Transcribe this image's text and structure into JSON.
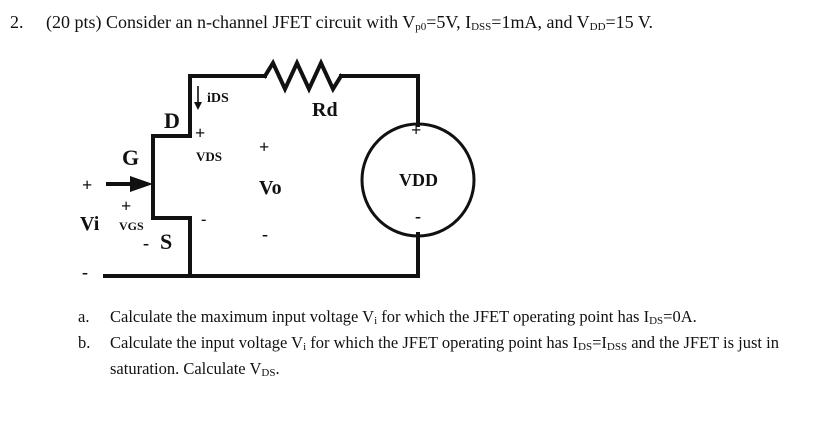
{
  "question": {
    "number": "2.",
    "t1": "(20 pts) Consider an n-channel JFET circuit with V",
    "s1": "p0",
    "t2": "=5V, I",
    "s2": "DSS",
    "t3": "=1mA, and V",
    "s3": "DD",
    "t4": "=15 V."
  },
  "circuit": {
    "labels": {
      "ids": "iDS",
      "D": "D",
      "G": "G",
      "S": "S",
      "vds": "VDS",
      "vgs": "VGS",
      "Vi": "Vi",
      "Vo": "Vo",
      "Rd": "Rd",
      "VDD": "VDD",
      "plus": "+",
      "minus": "-"
    }
  },
  "parts": {
    "a": {
      "letter": "a.",
      "t1": "Calculate the maximum input voltage V",
      "s1": "i",
      "t2": " for which the JFET operating point has I",
      "s2": "DS",
      "t3": "=0A."
    },
    "b": {
      "letter": "b.",
      "t1": "Calculate the input voltage V",
      "s1": "i",
      "t2": " for which the JFET operating point has I",
      "s2": "DS",
      "t3": "=I",
      "s3": "DSS",
      "t4": " and the JFET is just in saturation. Calculate V",
      "s4": "DS",
      "t5": "."
    }
  }
}
